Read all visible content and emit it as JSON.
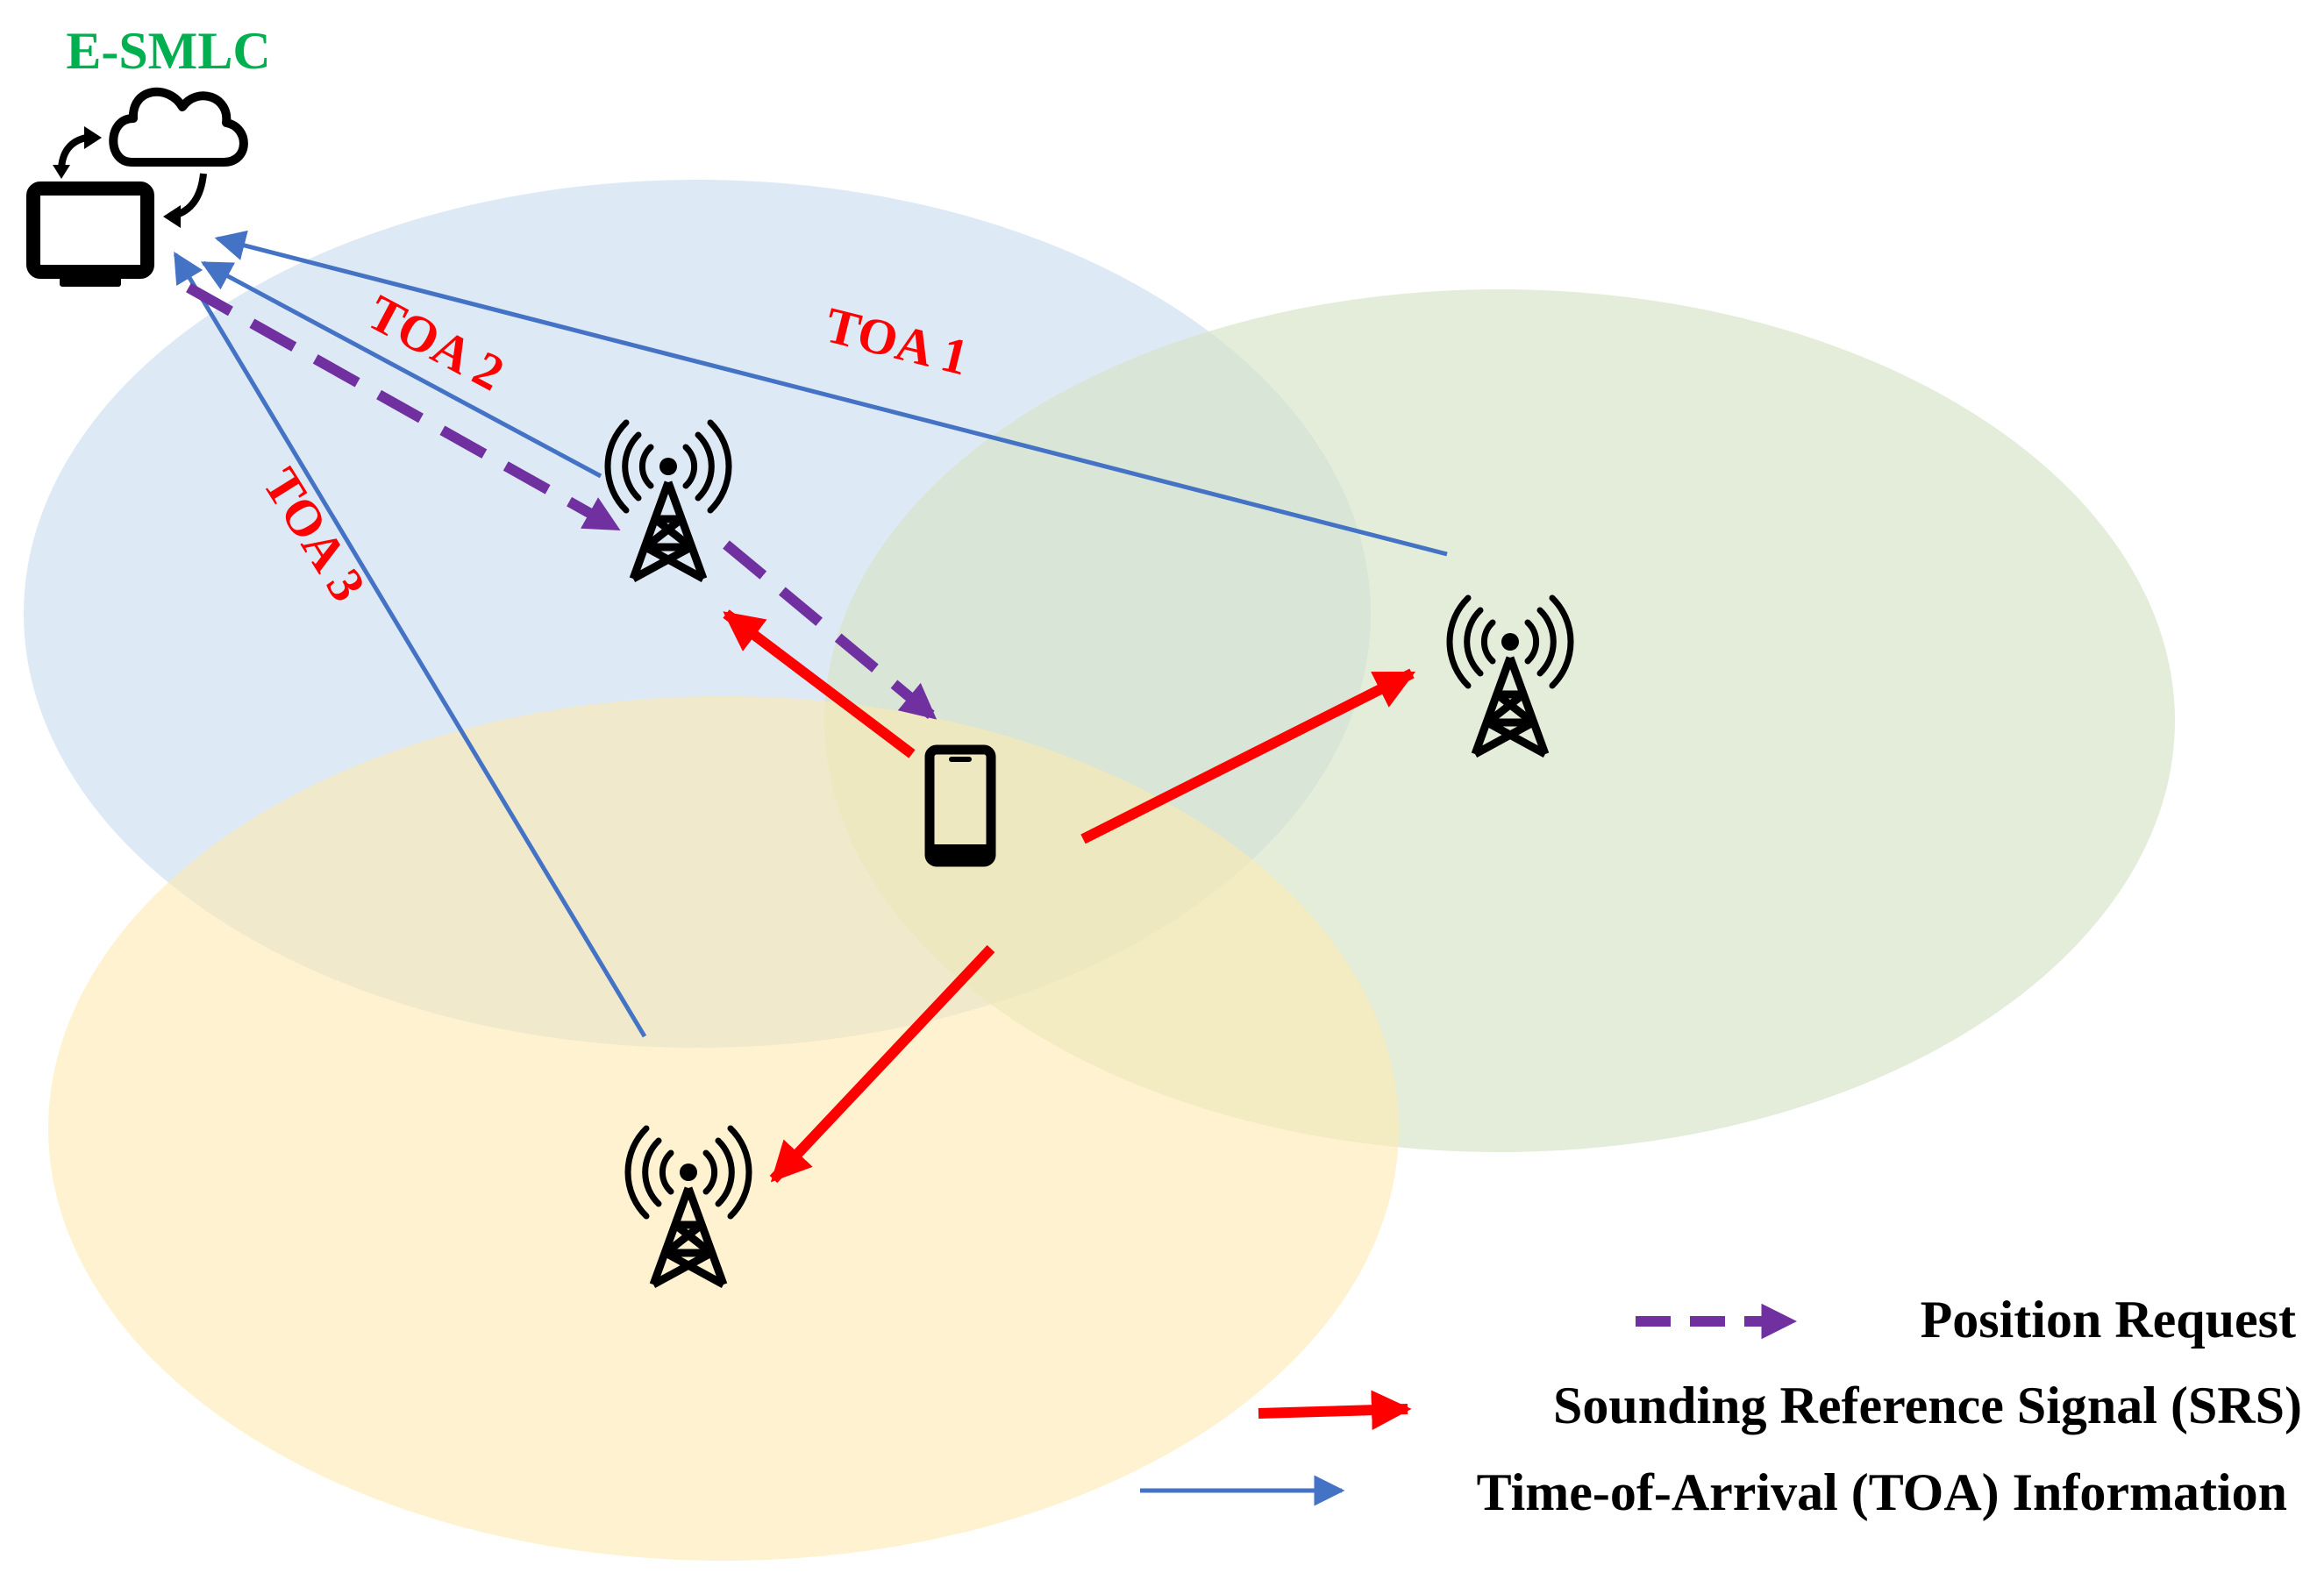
{
  "title": "E-SMLC",
  "colors": {
    "title": "#00b050",
    "position_request": "#7030a0",
    "srs": "#ff0000",
    "toa": "#4472c4",
    "cell_blue": "#dae7f5",
    "cell_green": "#e2edd9",
    "cell_yellow": "#fdefc8"
  },
  "icons": [
    "computer-icon",
    "cloud-icon",
    "cycle-arrows-icon",
    "cell-tower-icon",
    "smartphone-icon"
  ],
  "links": {
    "toa1": "TOA 1",
    "toa2": "TOA 2",
    "toa3": "TOA 3"
  },
  "legend": [
    {
      "style": "dashed",
      "label": "Position Request"
    },
    {
      "style": "solid-thick",
      "label": "Sounding Reference Signal (SRS)"
    },
    {
      "style": "solid-thin",
      "label": "Time-of-Arrival (TOA) Information"
    }
  ]
}
